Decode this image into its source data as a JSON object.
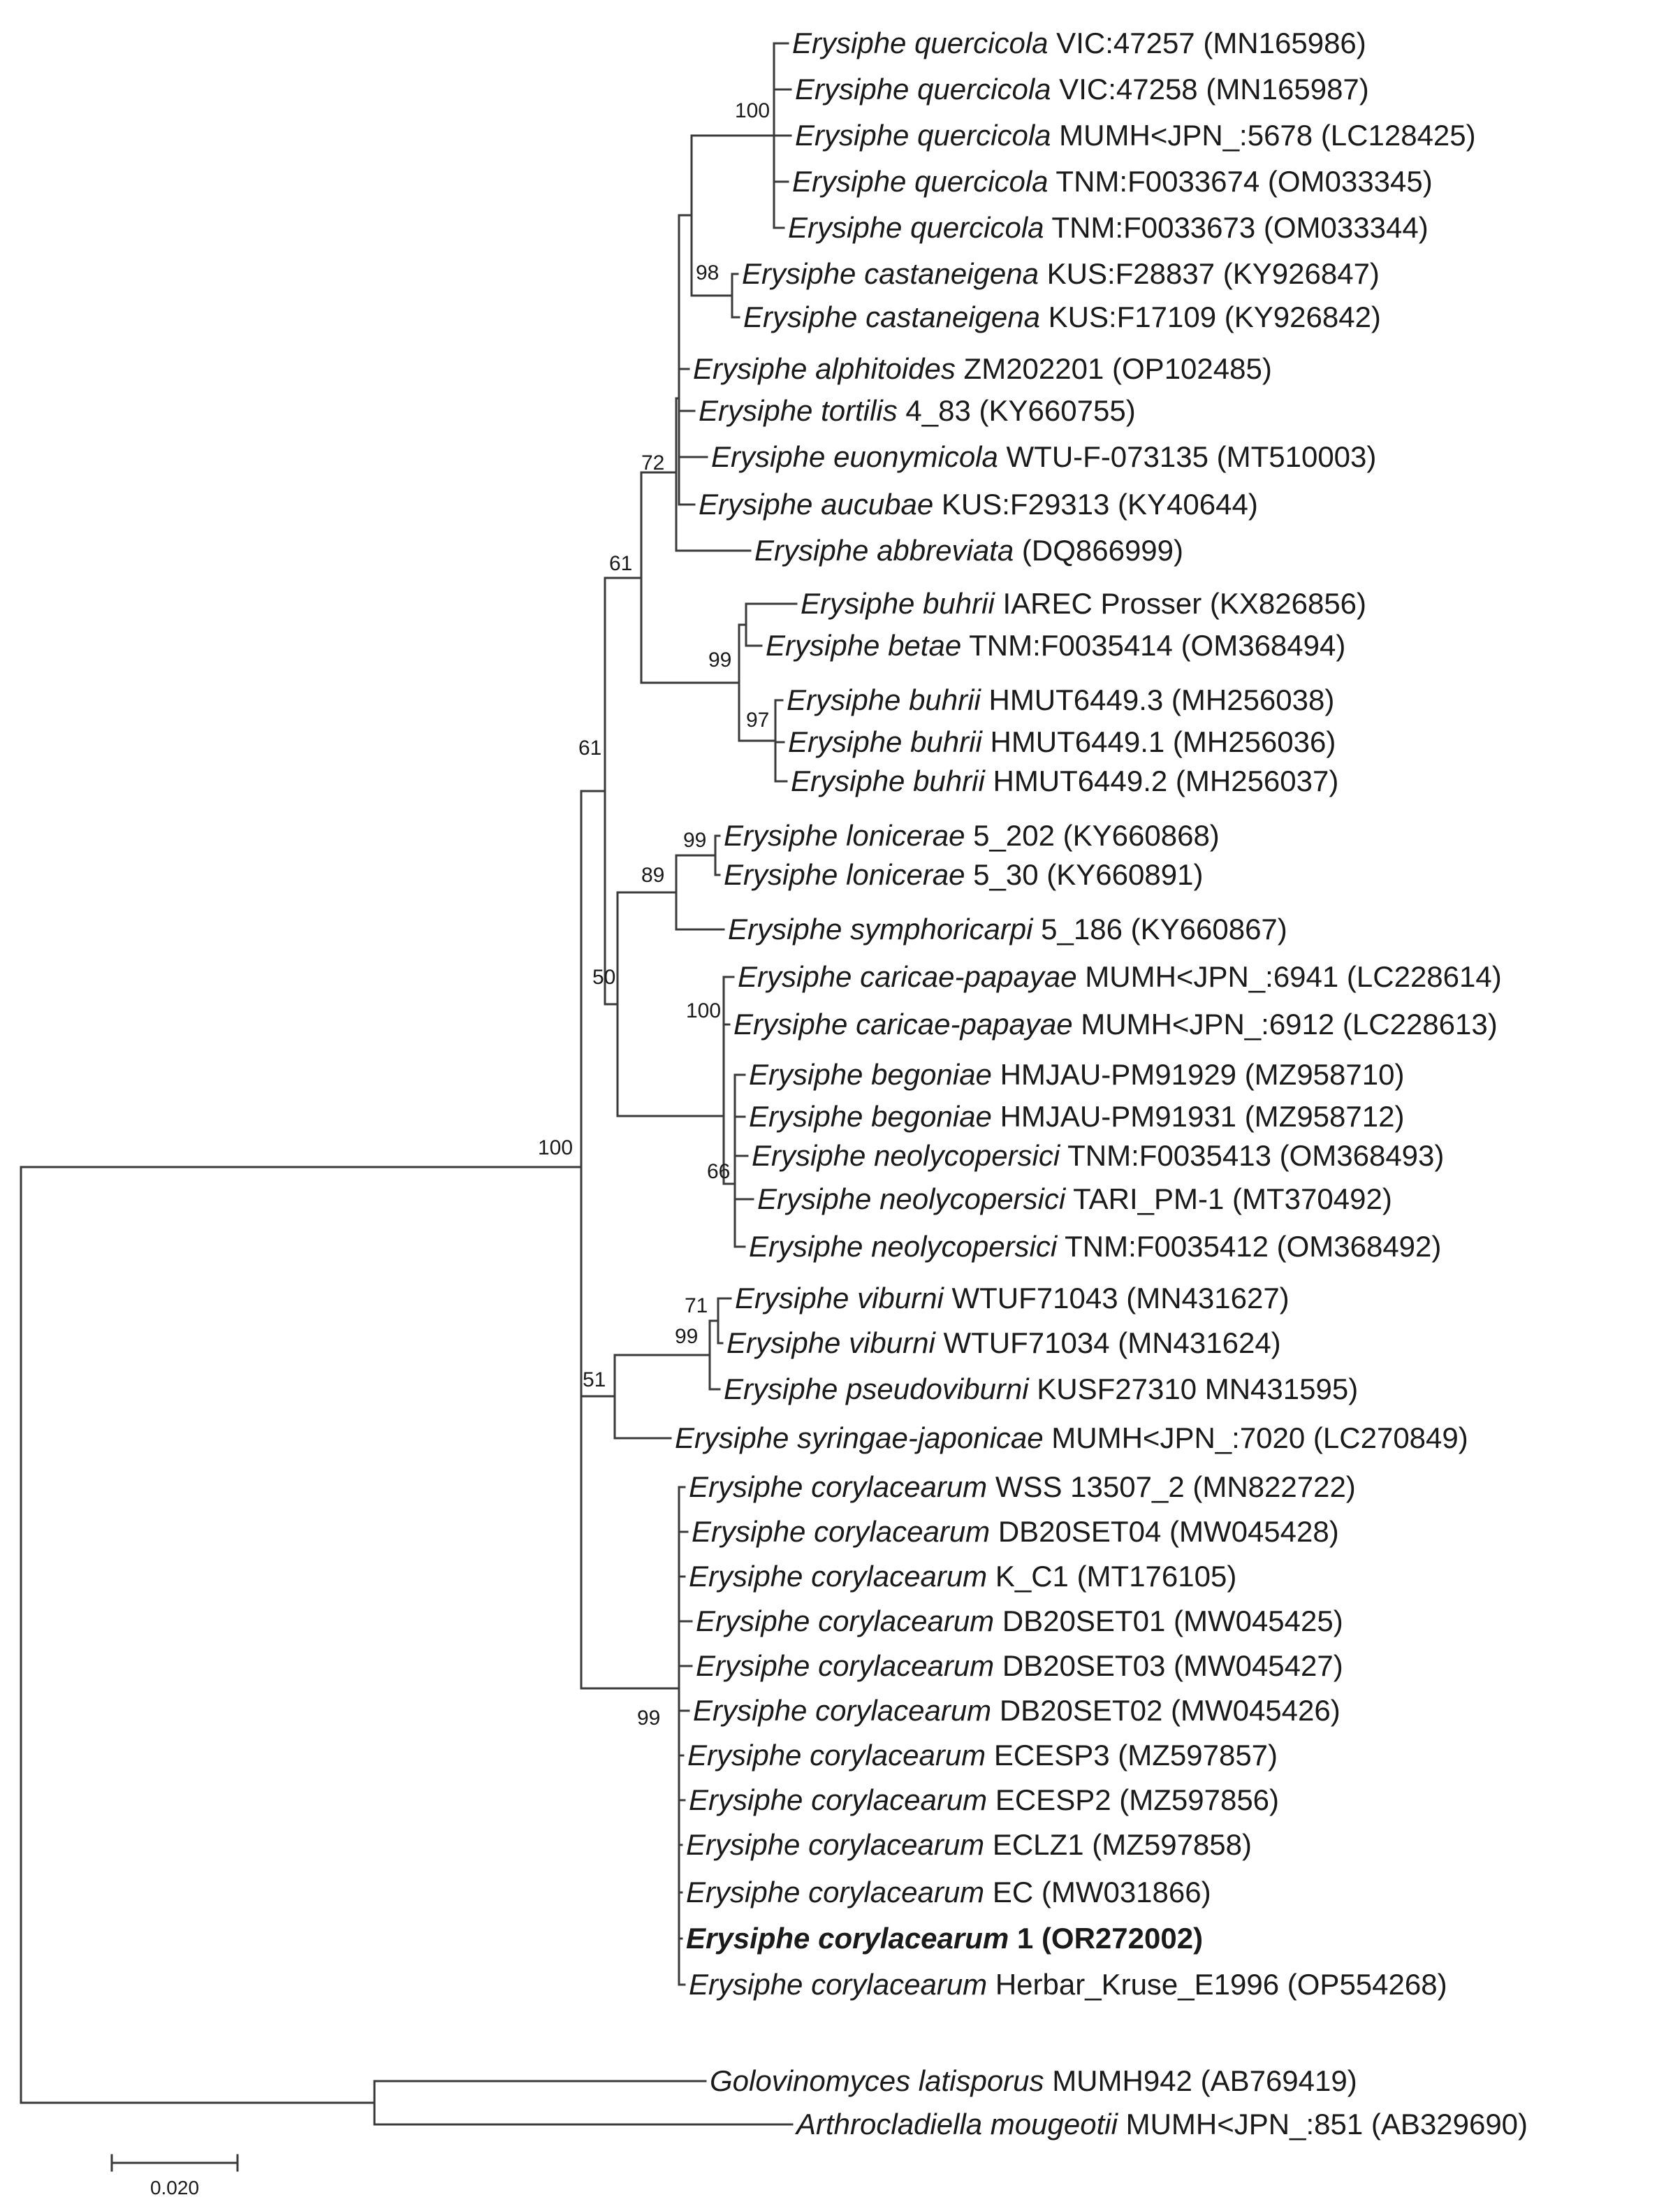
{
  "figure": {
    "scale_bar_label": "0.020"
  },
  "taxa": [
    {
      "id": "t1",
      "genus_species": "Erysiphe quercicola",
      "strain": "VIC:47257 (MN165986)",
      "bold": false
    },
    {
      "id": "t2",
      "genus_species": "Erysiphe quercicola",
      "strain": "VIC:47258 (MN165987)",
      "bold": false
    },
    {
      "id": "t3",
      "genus_species": "Erysiphe quercicola",
      "strain": "MUMH<JPN_:5678 (LC128425)",
      "bold": false
    },
    {
      "id": "t4",
      "genus_species": "Erysiphe quercicola",
      "strain": "TNM:F0033674 (OM033345)",
      "bold": false
    },
    {
      "id": "t5",
      "genus_species": "Erysiphe quercicola",
      "strain": "TNM:F0033673 (OM033344)",
      "bold": false
    },
    {
      "id": "t6",
      "genus_species": "Erysiphe castaneigena",
      "strain": "KUS:F28837 (KY926847)",
      "bold": false
    },
    {
      "id": "t7",
      "genus_species": "Erysiphe castaneigena",
      "strain": "KUS:F17109 (KY926842)",
      "bold": false
    },
    {
      "id": "t8",
      "genus_species": "Erysiphe alphitoides",
      "strain": "ZM202201 (OP102485)",
      "bold": false
    },
    {
      "id": "t9",
      "genus_species": "Erysiphe tortilis",
      "strain": "4_83 (KY660755)",
      "bold": false
    },
    {
      "id": "t10",
      "genus_species": "Erysiphe euonymicola",
      "strain": "WTU-F-073135 (MT510003)",
      "bold": false
    },
    {
      "id": "t11",
      "genus_species": "Erysiphe aucubae",
      "strain": "KUS:F29313 (KY40644)",
      "bold": false
    },
    {
      "id": "t12",
      "genus_species": "Erysiphe abbreviata",
      "strain": "(DQ866999)",
      "bold": false
    },
    {
      "id": "t13",
      "genus_species": "Erysiphe buhrii",
      "strain": "IAREC Prosser (KX826856)",
      "bold": false
    },
    {
      "id": "t14",
      "genus_species": "Erysiphe betae",
      "strain": "TNM:F0035414 (OM368494)",
      "bold": false
    },
    {
      "id": "t15",
      "genus_species": "Erysiphe buhrii",
      "strain": "HMUT6449.3 (MH256038)",
      "bold": false
    },
    {
      "id": "t16",
      "genus_species": "Erysiphe buhrii",
      "strain": "HMUT6449.1 (MH256036)",
      "bold": false
    },
    {
      "id": "t17",
      "genus_species": "Erysiphe buhrii",
      "strain": "HMUT6449.2 (MH256037)",
      "bold": false
    },
    {
      "id": "t18",
      "genus_species": "Erysiphe lonicerae",
      "strain": "5_202 (KY660868)",
      "bold": false
    },
    {
      "id": "t19",
      "genus_species": "Erysiphe lonicerae",
      "strain": "5_30 (KY660891)",
      "bold": false
    },
    {
      "id": "t20",
      "genus_species": "Erysiphe symphoricarpi",
      "strain": "5_186 (KY660867)",
      "bold": false
    },
    {
      "id": "t21",
      "genus_species": "Erysiphe caricae-papayae",
      "strain": "MUMH<JPN_:6941 (LC228614)",
      "bold": false
    },
    {
      "id": "t22",
      "genus_species": "Erysiphe caricae-papayae",
      "strain": "MUMH<JPN_:6912 (LC228613)",
      "bold": false
    },
    {
      "id": "t23",
      "genus_species": "Erysiphe begoniae",
      "strain": "HMJAU-PM91929 (MZ958710)",
      "bold": false
    },
    {
      "id": "t24",
      "genus_species": "Erysiphe begoniae",
      "strain": "HMJAU-PM91931 (MZ958712)",
      "bold": false
    },
    {
      "id": "t25",
      "genus_species": "Erysiphe neolycopersici",
      "strain": "TNM:F0035413 (OM368493)",
      "bold": false
    },
    {
      "id": "t26",
      "genus_species": "Erysiphe neolycopersici",
      "strain": "TARI_PM-1 (MT370492)",
      "bold": false
    },
    {
      "id": "t27",
      "genus_species": "Erysiphe neolycopersici",
      "strain": "TNM:F0035412 (OM368492)",
      "bold": false
    },
    {
      "id": "t28",
      "genus_species": "Erysiphe viburni",
      "strain": "WTUF71043 (MN431627)",
      "bold": false
    },
    {
      "id": "t29",
      "genus_species": "Erysiphe viburni",
      "strain": "WTUF71034 (MN431624)",
      "bold": false
    },
    {
      "id": "t30",
      "genus_species": "Erysiphe pseudoviburni",
      "strain": "KUSF27310 MN431595)",
      "bold": false
    },
    {
      "id": "t31",
      "genus_species": "Erysiphe syringae-japonicae",
      "strain": "MUMH<JPN_:7020 (LC270849)",
      "bold": false
    },
    {
      "id": "t32",
      "genus_species": "Erysiphe corylacearum",
      "strain": "WSS 13507_2 (MN822722)",
      "bold": false
    },
    {
      "id": "t33",
      "genus_species": "Erysiphe corylacearum",
      "strain": "DB20SET04 (MW045428)",
      "bold": false
    },
    {
      "id": "t34",
      "genus_species": "Erysiphe corylacearum",
      "strain": "K_C1 (MT176105)",
      "bold": false
    },
    {
      "id": "t35",
      "genus_species": "Erysiphe corylacearum",
      "strain": "DB20SET01 (MW045425)",
      "bold": false
    },
    {
      "id": "t36",
      "genus_species": "Erysiphe corylacearum",
      "strain": "DB20SET03 (MW045427)",
      "bold": false
    },
    {
      "id": "t37",
      "genus_species": "Erysiphe corylacearum",
      "strain": "DB20SET02 (MW045426)",
      "bold": false
    },
    {
      "id": "t38",
      "genus_species": "Erysiphe corylacearum",
      "strain": "ECESP3 (MZ597857)",
      "bold": false
    },
    {
      "id": "t39",
      "genus_species": "Erysiphe corylacearum",
      "strain": "ECESP2 (MZ597856)",
      "bold": false
    },
    {
      "id": "t40",
      "genus_species": "Erysiphe corylacearum",
      "strain": "ECLZ1 (MZ597858)",
      "bold": false
    },
    {
      "id": "t41",
      "genus_species": "Erysiphe corylacearum",
      "strain": "EC (MW031866)",
      "bold": false
    },
    {
      "id": "t42",
      "genus_species": "Erysiphe corylacearum",
      "strain": "1 (OR272002)",
      "bold": true
    },
    {
      "id": "t43",
      "genus_species": "Erysiphe corylacearum",
      "strain": "Herbar_Kruse_E1996 (OP554268)",
      "bold": false
    },
    {
      "id": "t44",
      "genus_species": "Golovinomyces latisporus",
      "strain": "MUMH942 (AB769419)",
      "bold": false
    },
    {
      "id": "t45",
      "genus_species": "Arthrocladiella mougeotii",
      "strain": "MUMH<JPN_:851 (AB329690)",
      "bold": false
    }
  ],
  "bootstrap_values": [
    {
      "node": "n_quercicola",
      "value": "100"
    },
    {
      "node": "n_castaneigena",
      "value": "98"
    },
    {
      "node": "n_72",
      "value": "72"
    },
    {
      "node": "n_61a",
      "value": "61"
    },
    {
      "node": "n_buhrii",
      "value": "99"
    },
    {
      "node": "n_buhrii_hmut",
      "value": "97"
    },
    {
      "node": "n_61b",
      "value": "61"
    },
    {
      "node": "n_lonicerae",
      "value": "99"
    },
    {
      "node": "n_89",
      "value": "89"
    },
    {
      "node": "n_50",
      "value": "50"
    },
    {
      "node": "n_caricae",
      "value": "100"
    },
    {
      "node": "n_66",
      "value": "66"
    },
    {
      "node": "n_erysiphe",
      "value": "100"
    },
    {
      "node": "n_viburni",
      "value": "71"
    },
    {
      "node": "n_99v",
      "value": "99"
    },
    {
      "node": "n_51",
      "value": "51"
    },
    {
      "node": "n_corylacearum",
      "value": "99"
    }
  ]
}
